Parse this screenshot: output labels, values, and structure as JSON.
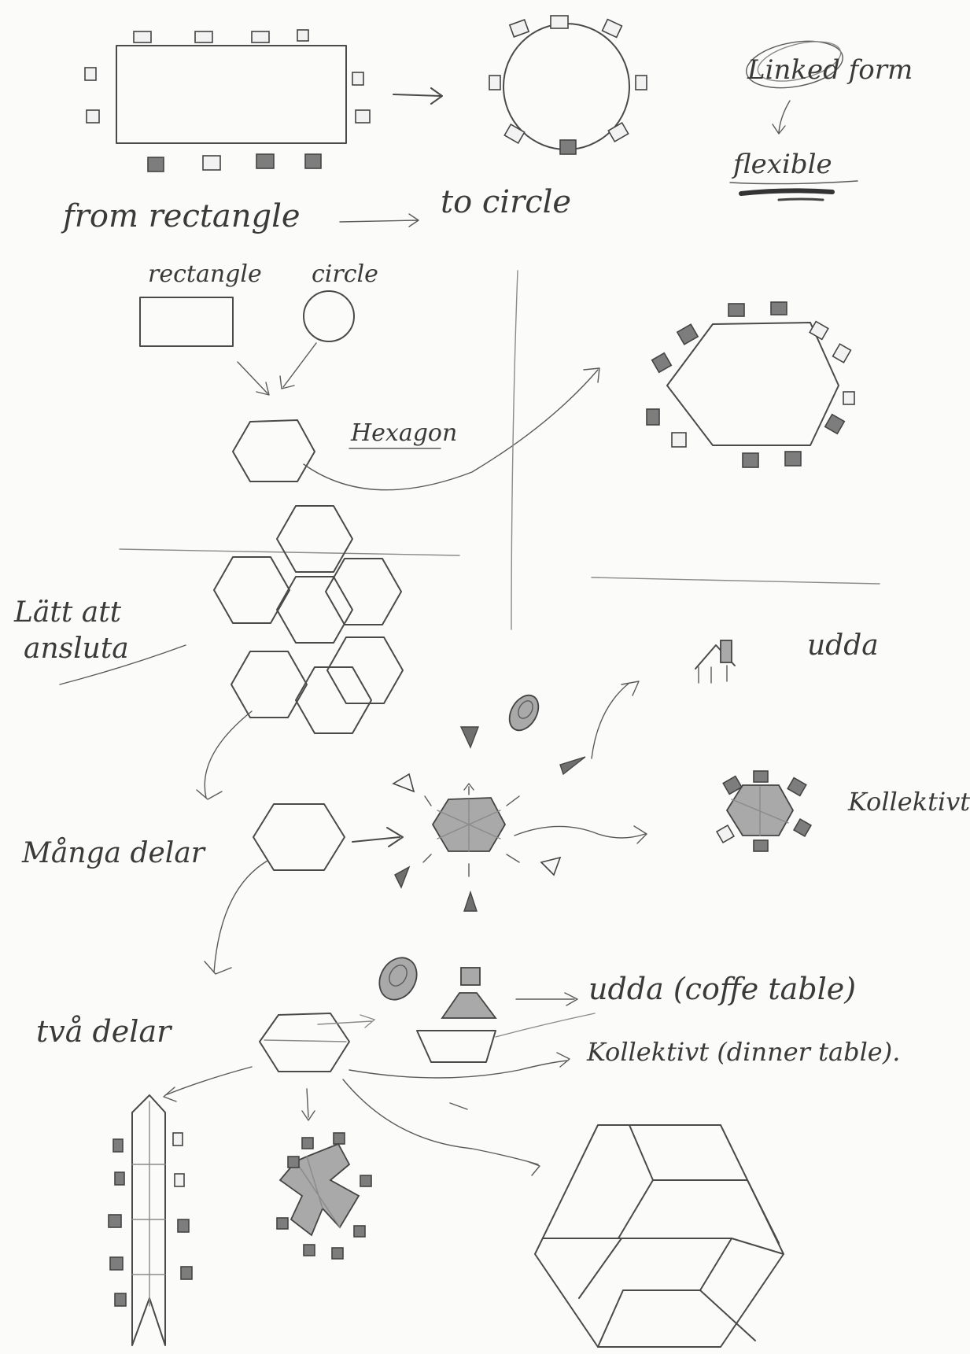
{
  "labels": {
    "from_rectangle": "from rectangle",
    "to_circle": "to circle",
    "linked_form": "Linked form",
    "flexible": "flexible",
    "rectangle": "rectangle",
    "circle": "circle",
    "hexagon": "Hexagon",
    "latt_att_line1": "Lätt att",
    "latt_att_line2": "ansluta",
    "udda": "udda",
    "kollektivt": "Kollektivt",
    "manga_delar": "Många delar",
    "tva_delar": "två delar",
    "udda_coffee": "udda (coffe table)",
    "kollektivt_dinner": "Kollektivt (dinner table)."
  },
  "colors": {
    "ink": "#4a4a4a",
    "paper": "#fbfbfa",
    "shade": "#a9a9a9",
    "seat_dark": "#7d7d7d"
  }
}
